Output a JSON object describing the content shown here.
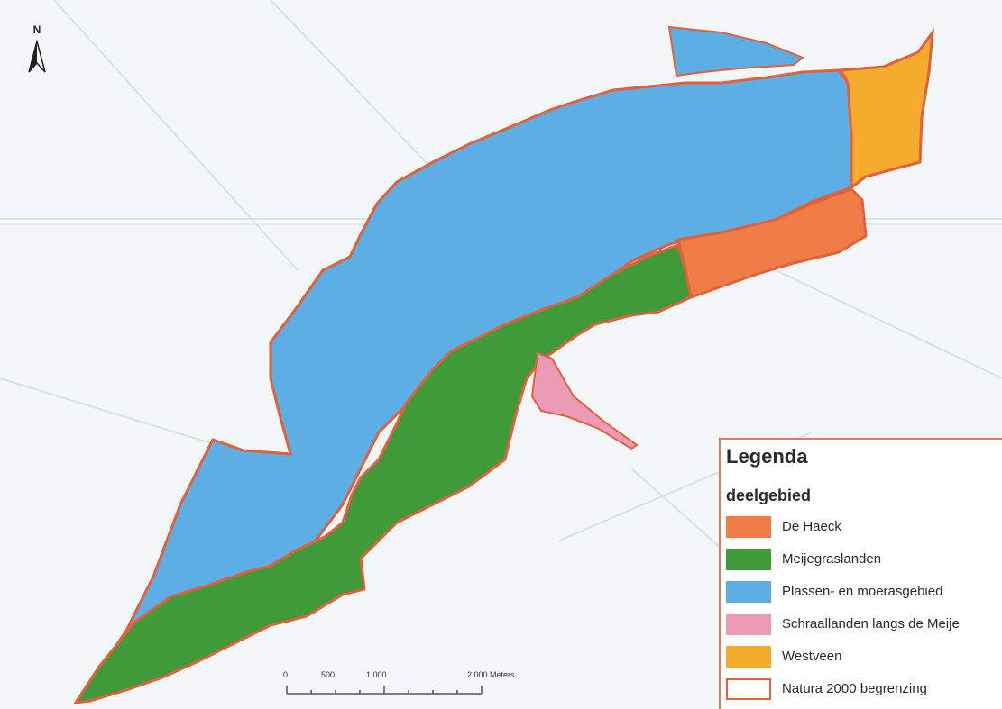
{
  "map": {
    "north_label": "N",
    "colors": {
      "background": "#f4f7f8",
      "de_haeck": "#ef7d45",
      "meijegraslanden": "#3f9a3a",
      "plassen": "#5daee4",
      "schraallanden": "#ec9ab5",
      "westveen": "#f4ab2e",
      "boundary": "#e2603c",
      "roads": "#d9e4e8"
    }
  },
  "scalebar": {
    "labels": [
      "0",
      "500",
      "1 000",
      "2 000 Meters"
    ]
  },
  "legend": {
    "title": "Legenda",
    "subtitle": "deelgebied",
    "items": [
      {
        "label": "De Haeck",
        "color": "#ef7d45",
        "icon": "filled-swatch"
      },
      {
        "label": "Meijegraslanden",
        "color": "#3f9a3a",
        "icon": "filled-swatch"
      },
      {
        "label": "Plassen- en moerasgebied",
        "color": "#5daee4",
        "icon": "filled-swatch"
      },
      {
        "label": "Schraallanden langs de Meije",
        "color": "#ec9ab5",
        "icon": "filled-swatch"
      },
      {
        "label": "Westveen",
        "color": "#f4ab2e",
        "icon": "filled-swatch"
      },
      {
        "label": "Natura 2000 begrenzing",
        "color": "#e2603c",
        "icon": "outline-swatch"
      }
    ]
  }
}
